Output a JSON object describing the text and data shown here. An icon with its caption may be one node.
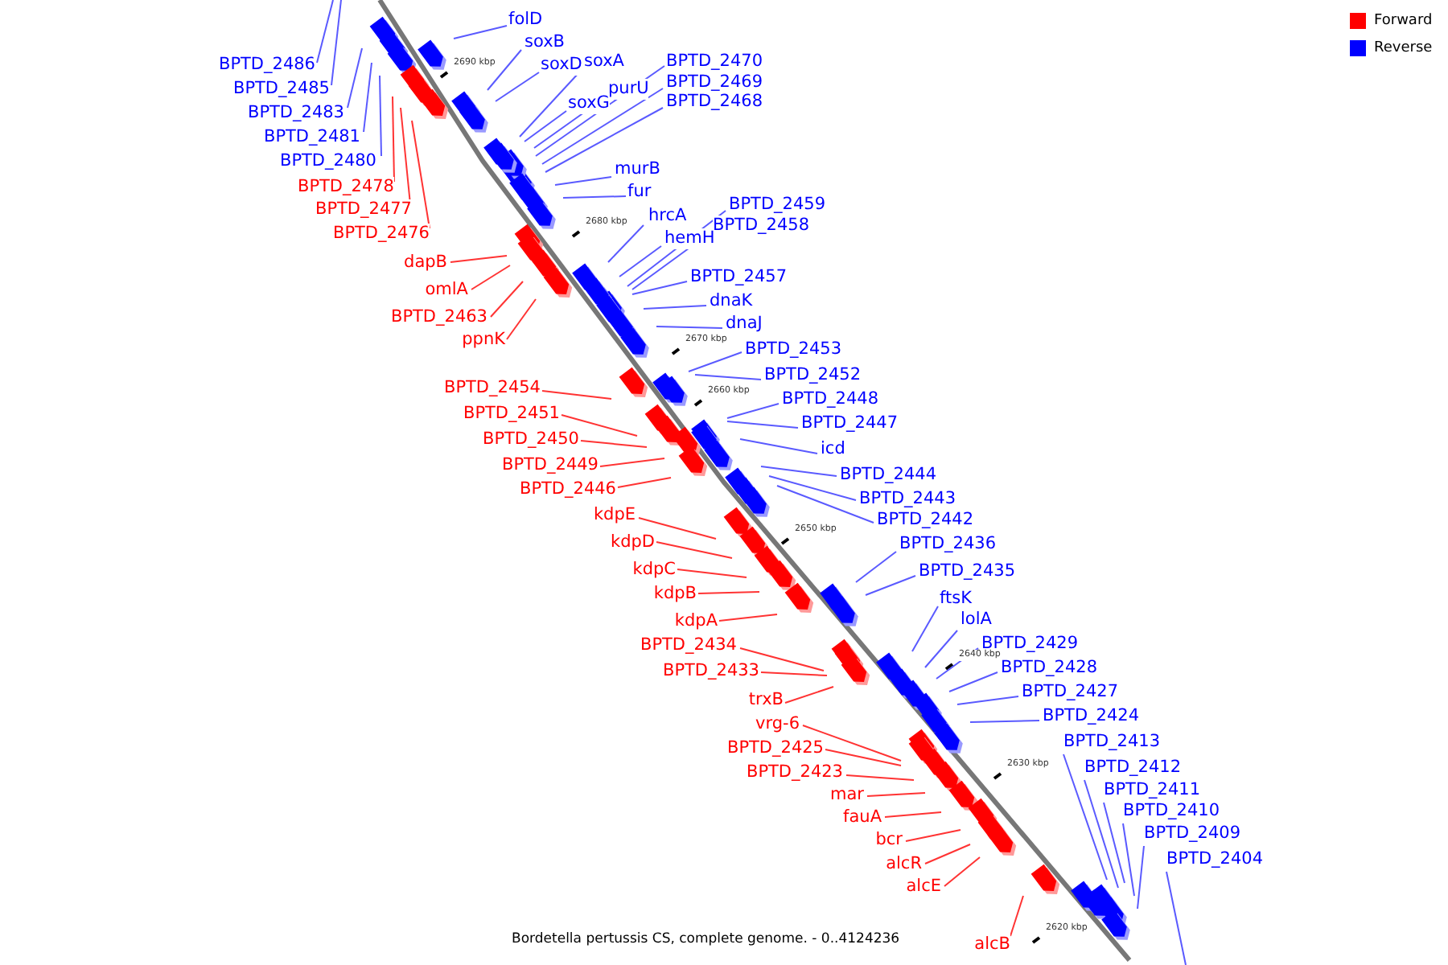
{
  "diagram": {
    "caption": "Bordetella pertussis CS, complete genome. - 0..4124236",
    "nodes": [
      {
        "text": [
          "folD"
        ]
      },
      {
        "text": [
          "soxB"
        ]
      },
      {
        "text": [
          "soxA"
        ]
      },
      {
        "text": [
          "BPTD_2470"
        ]
      },
      {
        "text": [
          "BPTD_2486"
        ]
      },
      {
        "text": [
          "soxD"
        ]
      },
      {
        "text": [
          "BPTD_2469"
        ]
      },
      {
        "text": [
          "BPTD_2485"
        ]
      },
      {
        "text": [
          "purU"
        ]
      },
      {
        "text": [
          "BPTD_2468"
        ]
      },
      {
        "text": [
          "soxG"
        ]
      },
      {
        "text": [
          "BPTD_2483"
        ]
      },
      {
        "text": [
          "BPTD_2481"
        ]
      },
      {
        "text": [
          "BPTD_2480"
        ]
      },
      {
        "text": [
          "murB"
        ]
      },
      {
        "text": [
          "BPTD_2478"
        ]
      },
      {
        "text": [
          "fur"
        ]
      },
      {
        "text": [
          "BPTD_2459"
        ]
      },
      {
        "text": [
          "BPTD_2477"
        ]
      },
      {
        "text": [
          "hrcA"
        ]
      },
      {
        "text": [
          "BPTD_2458"
        ]
      },
      {
        "text": [
          "BPTD_2476"
        ]
      },
      {
        "text": [
          "hemH"
        ]
      },
      {
        "text": [
          "dapB"
        ]
      },
      {
        "text": [
          "BPTD_2457"
        ]
      },
      {
        "text": [
          "omlA"
        ]
      },
      {
        "text": [
          "dnaK"
        ]
      },
      {
        "text": [
          "BPTD_2463"
        ]
      },
      {
        "text": [
          "dnaJ"
        ]
      },
      {
        "text": [
          "ppnK"
        ]
      },
      {
        "text": [
          "BPTD_2453"
        ]
      },
      {
        "text": [
          "BPTD_2452"
        ]
      },
      {
        "text": [
          "BPTD_2454"
        ]
      },
      {
        "text": [
          "BPTD_2448"
        ]
      },
      {
        "text": [
          "BPTD_2451"
        ]
      },
      {
        "text": [
          "BPTD_2447"
        ]
      },
      {
        "text": [
          "BPTD_2450"
        ]
      },
      {
        "text": [
          "icd"
        ]
      },
      {
        "text": [
          "BPTD_2449"
        ]
      },
      {
        "text": [
          "BPTD_2444"
        ]
      },
      {
        "text": [
          "BPTD_2446"
        ]
      },
      {
        "text": [
          "BPTD_2443"
        ]
      },
      {
        "text": [
          "kdpE"
        ]
      },
      {
        "text": [
          "BPTD_2442"
        ]
      },
      {
        "text": [
          "kdpD"
        ]
      },
      {
        "text": [
          "BPTD_2436"
        ]
      },
      {
        "text": [
          "kdpC"
        ]
      },
      {
        "text": [
          "BPTD_2435"
        ]
      },
      {
        "text": [
          "kdpB"
        ]
      },
      {
        "text": [
          "ftsK"
        ]
      },
      {
        "text": [
          "lolA"
        ]
      },
      {
        "text": [
          "kdpA"
        ]
      },
      {
        "text": [
          "BPTD_2429"
        ]
      },
      {
        "text": [
          "BPTD_2434"
        ]
      },
      {
        "text": [
          "BPTD_2428"
        ]
      },
      {
        "text": [
          "BPTD_2433"
        ]
      },
      {
        "text": [
          "BPTD_2427"
        ]
      },
      {
        "text": [
          "trxB"
        ]
      },
      {
        "text": [
          "BPTD_2424"
        ]
      },
      {
        "text": [
          "vrg-6"
        ]
      },
      {
        "text": [
          "BPTD_2413"
        ]
      },
      {
        "text": [
          "BPTD_2425"
        ]
      },
      {
        "text": [
          "BPTD_2412"
        ]
      },
      {
        "text": [
          "BPTD_2423"
        ]
      },
      {
        "text": [
          "BPTD_2411"
        ]
      },
      {
        "text": [
          "mar"
        ]
      },
      {
        "text": [
          "BPTD_2410"
        ]
      },
      {
        "text": [
          "fauA"
        ]
      },
      {
        "text": [
          "BPTD_2409"
        ]
      },
      {
        "text": [
          "bcr"
        ]
      },
      {
        "text": [
          "BPTD_2404"
        ]
      },
      {
        "text": [
          "alcR"
        ]
      },
      {
        "text": [
          "alcE"
        ]
      },
      {
        "text": [
          "alcB"
        ]
      }
    ],
    "edges": [
      {
        "from": 0,
        "to": null,
        "arrow": "none"
      },
      {
        "from": 1,
        "to": null,
        "arrow": "none"
      },
      {
        "from": 2,
        "to": null,
        "arrow": "none"
      },
      {
        "from": 3,
        "to": null,
        "arrow": "none"
      },
      {
        "from": 4,
        "to": null,
        "arrow": "none"
      },
      {
        "from": 5,
        "to": null,
        "arrow": "none"
      },
      {
        "from": 6,
        "to": null,
        "arrow": "none"
      },
      {
        "from": 7,
        "to": null,
        "arrow": "none"
      },
      {
        "from": 8,
        "to": null,
        "arrow": "none"
      },
      {
        "from": 9,
        "to": null,
        "arrow": "none"
      },
      {
        "from": 10,
        "to": null,
        "arrow": "none"
      },
      {
        "from": 11,
        "to": null,
        "arrow": "none"
      },
      {
        "from": 12,
        "to": null,
        "arrow": "none"
      },
      {
        "from": 13,
        "to": null,
        "arrow": "none"
      },
      {
        "from": 14,
        "to": null,
        "arrow": "none"
      },
      {
        "from": 15,
        "to": null,
        "arrow": "none",
        "color": "#ff3333"
      },
      {
        "from": 16,
        "to": null,
        "arrow": "none"
      },
      {
        "from": 17,
        "to": null,
        "arrow": "none"
      },
      {
        "from": 18,
        "to": null,
        "arrow": "none",
        "color": "#ff3333"
      },
      {
        "from": 19,
        "to": null,
        "arrow": "none"
      },
      {
        "from": 20,
        "to": null,
        "arrow": "none"
      },
      {
        "from": 21,
        "to": null,
        "arrow": "none",
        "color": "#ff3333"
      },
      {
        "from": 22,
        "to": null,
        "arrow": "none"
      },
      {
        "from": 23,
        "to": null,
        "arrow": "none",
        "color": "#ff3333"
      },
      {
        "from": 24,
        "to": null,
        "arrow": "none"
      },
      {
        "from": 25,
        "to": null,
        "arrow": "none",
        "color": "#ff3333"
      },
      {
        "from": 26,
        "to": null,
        "arrow": "none"
      },
      {
        "from": 27,
        "to": null,
        "arrow": "none",
        "color": "#ff3333"
      },
      {
        "from": 28,
        "to": null,
        "arrow": "none"
      },
      {
        "from": 29,
        "to": null,
        "arrow": "none",
        "color": "#ff3333"
      },
      {
        "from": 30,
        "to": null,
        "arrow": "none"
      },
      {
        "from": 31,
        "to": null,
        "arrow": "none"
      },
      {
        "from": 32,
        "to": null,
        "arrow": "none",
        "color": "#ff3333"
      },
      {
        "from": 33,
        "to": null,
        "arrow": "none"
      },
      {
        "from": 34,
        "to": null,
        "arrow": "none",
        "color": "#ff3333"
      },
      {
        "from": 35,
        "to": null,
        "arrow": "none"
      },
      {
        "from": 36,
        "to": null,
        "arrow": "none",
        "color": "#ff3333"
      },
      {
        "from": 37,
        "to": null,
        "arrow": "none"
      },
      {
        "from": 38,
        "to": null,
        "arrow": "none",
        "color": "#ff3333"
      },
      {
        "from": 39,
        "to": null,
        "arrow": "none"
      },
      {
        "from": 40,
        "to": null,
        "arrow": "none",
        "color": "#ff3333"
      },
      {
        "from": 41,
        "to": null,
        "arrow": "none"
      },
      {
        "from": 42,
        "to": null,
        "arrow": "none",
        "color": "#ff3333"
      },
      {
        "from": 43,
        "to": null,
        "arrow": "none"
      },
      {
        "from": 44,
        "to": null,
        "arrow": "none",
        "color": "#ff3333"
      },
      {
        "from": 45,
        "to": null,
        "arrow": "none"
      },
      {
        "from": 46,
        "to": null,
        "arrow": "none",
        "color": "#ff3333"
      },
      {
        "from": 47,
        "to": null,
        "arrow": "none"
      },
      {
        "from": 48,
        "to": null,
        "arrow": "none",
        "color": "#ff3333"
      },
      {
        "from": 49,
        "to": null,
        "arrow": "none"
      },
      {
        "from": 50,
        "to": null,
        "arrow": "none"
      },
      {
        "from": 51,
        "to": null,
        "arrow": "none",
        "color": "#ff3333"
      },
      {
        "from": 52,
        "to": null,
        "arrow": "none"
      },
      {
        "from": 53,
        "to": null,
        "arrow": "none",
        "color": "#ff3333"
      },
      {
        "from": 54,
        "to": null,
        "arrow": "none"
      },
      {
        "from": 55,
        "to": null,
        "arrow": "none",
        "color": "#ff3333"
      },
      {
        "from": 56,
        "to": null,
        "arrow": "none"
      },
      {
        "from": 57,
        "to": null,
        "arrow": "none",
        "color": "#ff3333"
      },
      {
        "from": 58,
        "to": null,
        "arrow": "none"
      },
      {
        "from": 59,
        "to": null,
        "arrow": "none",
        "color": "#ff3333"
      },
      {
        "from": 60,
        "to": null,
        "arrow": "none"
      },
      {
        "from": 61,
        "to": null,
        "arrow": "none",
        "color": "#ff3333"
      },
      {
        "from": 62,
        "to": null,
        "arrow": "none"
      },
      {
        "from": 63,
        "to": null,
        "arrow": "none",
        "color": "#ff3333"
      },
      {
        "from": 64,
        "to": null,
        "arrow": "none"
      },
      {
        "from": 65,
        "to": null,
        "arrow": "none",
        "color": "#ff3333"
      },
      {
        "from": 66,
        "to": null,
        "arrow": "none"
      },
      {
        "from": 67,
        "to": null,
        "arrow": "none",
        "color": "#ff3333"
      },
      {
        "from": 68,
        "to": null,
        "arrow": "none"
      },
      {
        "from": 69,
        "to": null,
        "arrow": "none",
        "color": "#ff3333"
      },
      {
        "from": 70,
        "to": null,
        "arrow": "none"
      },
      {
        "from": 71,
        "to": null,
        "arrow": "none",
        "color": "#ff3333"
      },
      {
        "from": 72,
        "to": null,
        "arrow": "none",
        "color": "#ff3333"
      },
      {
        "from": 73,
        "to": null,
        "arrow": "none",
        "color": "#ff3333"
      }
    ],
    "labels": [
      "2690 kbp",
      "2680 kbp",
      "2670 kbp",
      "2660 kbp",
      "2650 kbp",
      "2640 kbp",
      "2630 kbp",
      "2620 kbp"
    ],
    "legend": [
      {
        "text": "Forward",
        "color": "#ff0000"
      },
      {
        "text": "Reverse",
        "color": "#0000ff"
      }
    ]
  }
}
